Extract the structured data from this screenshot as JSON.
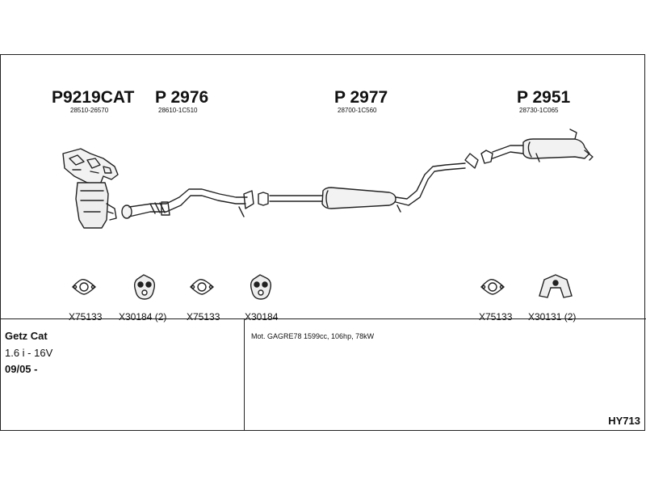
{
  "parts": [
    {
      "number": "P9219CAT",
      "oem": "28510-26570"
    },
    {
      "number": "P 2976",
      "oem": "28610-1C510"
    },
    {
      "number": "P 2977",
      "oem": "28700-1C560"
    },
    {
      "number": "P 2951",
      "oem": "28730-1C065"
    }
  ],
  "accessories": [
    {
      "code": "X75133",
      "icon": "gasket-ring-icon"
    },
    {
      "code": "X30184 (2)",
      "icon": "rubber-hanger-icon"
    },
    {
      "code": "X75133",
      "icon": "gasket-ring-icon"
    },
    {
      "code": "X30184",
      "icon": "rubber-hanger-icon"
    },
    {
      "code": "X75133",
      "icon": "gasket-ring-icon"
    },
    {
      "code": "X30131 (2)",
      "icon": "rubber-hanger-icon"
    }
  ],
  "vehicle": {
    "model": "Getz Cat",
    "engine": "1.6 i - 16V",
    "date": "09/05 -"
  },
  "motor_info": "Mot. GAGRE78 1599cc, 106hp, 78kW",
  "diagram_code": "HY713"
}
